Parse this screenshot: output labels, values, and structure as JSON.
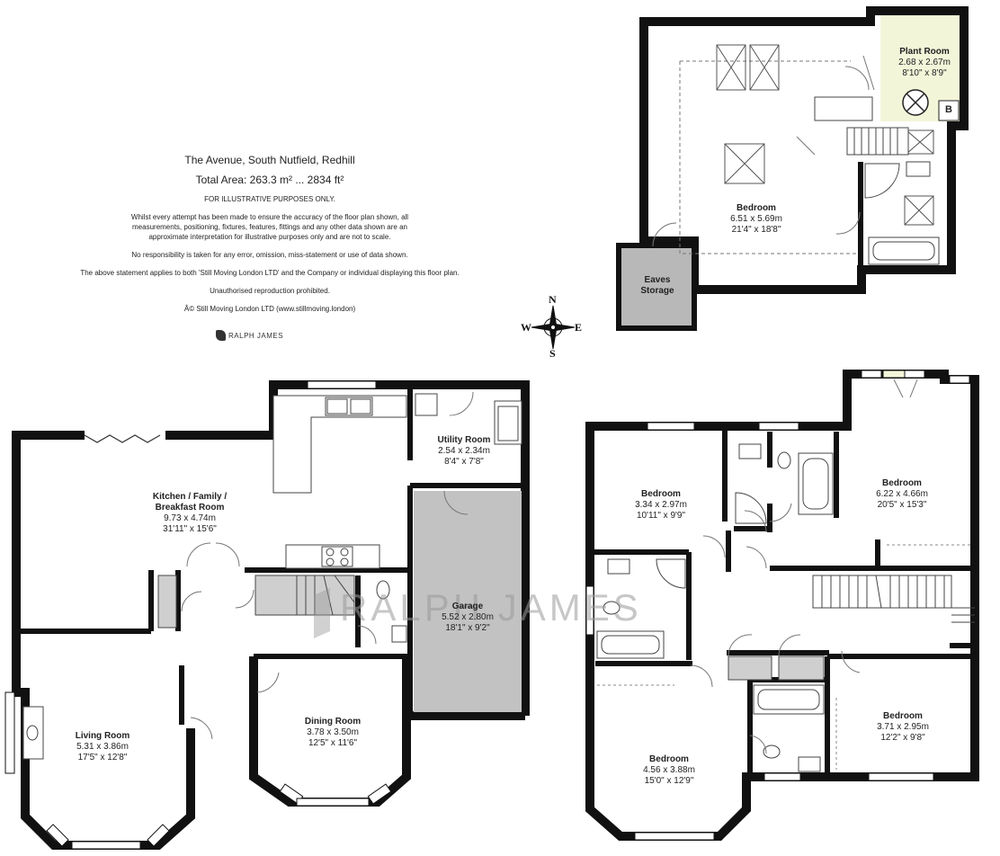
{
  "header": {
    "address": "The Avenue, South Nutfield, Redhill",
    "total_area": "Total Area: 263.3 m² ... 2834 ft²",
    "illustrative": "FOR ILLUSTRATIVE PURPOSES ONLY.",
    "disclaimer_1": "Whilst every attempt has been made to ensure the accuracy of the floor plan shown, all measurements, positioning, fixtures, features, fittings and any other data shown are an approximate interpretation for illustrative purposes only and are not to scale.",
    "disclaimer_2": "No responsibility is taken for any error, omission, miss-statement or use of data shown.",
    "disclaimer_3": "The above statement applies to both 'Still Moving London LTD' and the Company or individual displaying this floor plan.",
    "disclaimer_4": "Unauthorised reproduction prohibited.",
    "copyright": "Â© Still Moving London LTD (www.stillmoving.london)"
  },
  "brand": {
    "name": "RALPH JAMES",
    "watermark": "RALPH JAMES"
  },
  "compass": {
    "n": "N",
    "s": "S",
    "e": "E",
    "w": "W"
  },
  "rooms": {
    "plant_room": {
      "name": "Plant Room",
      "m": "2.68 x 2.67m",
      "ft": "8'10\" x 8'9\""
    },
    "boiler_tag": "B",
    "top_bedroom": {
      "name": "Bedroom",
      "m": "6.51 x 5.69m",
      "ft": "21'4\" x 18'8\""
    },
    "eaves": {
      "name": "Eaves",
      "name2": "Storage"
    },
    "kitchen": {
      "name": "Kitchen / Family /",
      "name2": "Breakfast Room",
      "m": "9.73 x 4.74m",
      "ft": "31'11\" x 15'6\""
    },
    "utility": {
      "name": "Utility Room",
      "m": "2.54 x 2.34m",
      "ft": "8'4\" x 7'8\""
    },
    "garage": {
      "name": "Garage",
      "m": "5.52 x 2.80m",
      "ft": "18'1\" x 9'2\""
    },
    "living": {
      "name": "Living Room",
      "m": "5.31 x 3.86m",
      "ft": "17'5\" x 12'8\""
    },
    "dining": {
      "name": "Dining Room",
      "m": "3.78 x 3.50m",
      "ft": "12'5\" x 11'6\""
    },
    "bed_a": {
      "name": "Bedroom",
      "m": "3.34 x 2.97m",
      "ft": "10'11\" x 9'9\""
    },
    "bed_b": {
      "name": "Bedroom",
      "m": "6.22 x 4.66m",
      "ft": "20'5\" x 15'3\""
    },
    "bed_c": {
      "name": "Bedroom",
      "m": "4.56 x 3.88m",
      "ft": "15'0\" x 12'9\""
    },
    "bed_d": {
      "name": "Bedroom",
      "m": "3.71 x 2.95m",
      "ft": "12'2\" x 9'8\""
    }
  },
  "colors": {
    "wall": "#111111",
    "garage": "#c2c2c2",
    "plant": "#f3f5d9",
    "eaves": "#b8b8b8",
    "stairs": "#cfcfcf"
  }
}
